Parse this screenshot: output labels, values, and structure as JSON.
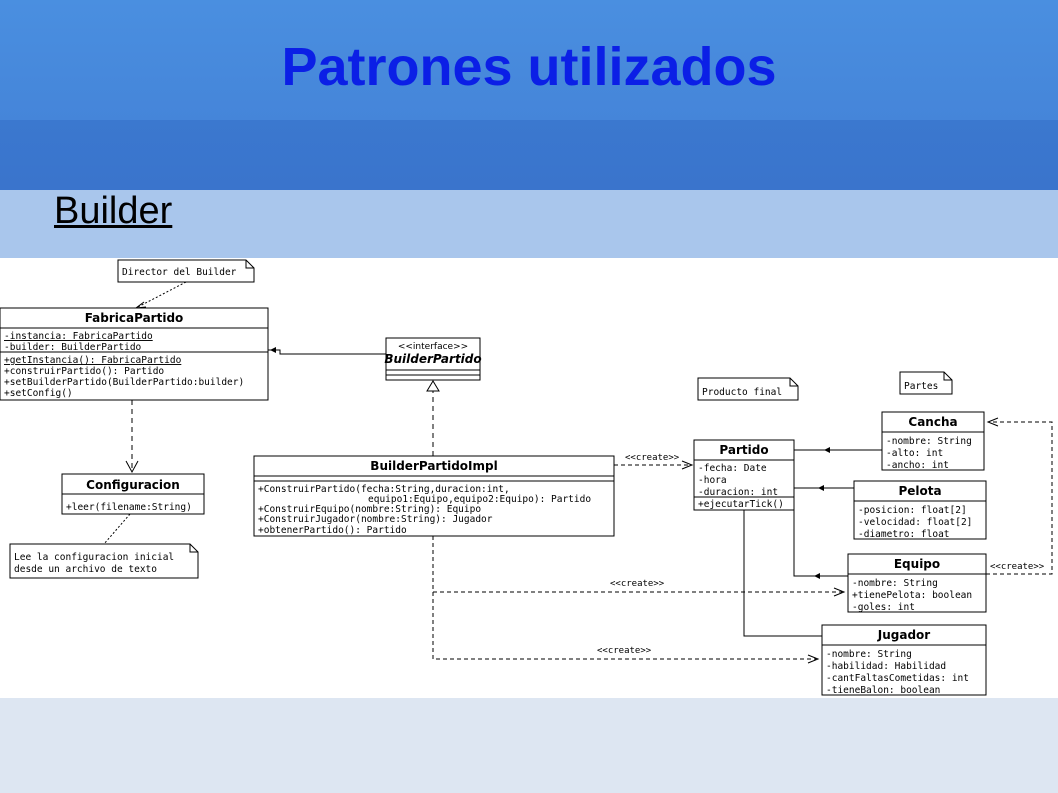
{
  "slide": {
    "title": "Patrones utilizados",
    "subtitle": "Builder"
  },
  "colors": {
    "title": "#0b1fe6",
    "band_top": "#4a8fe0",
    "band_mid": "#3b78cf",
    "band_sub": "#a9c6ec",
    "background": "#dde6f2"
  },
  "diagram": {
    "classes": {
      "fabrica": {
        "name": "FabricaPartido",
        "attributes": [
          "-instancia: FabricaPartido",
          "-builder: BuilderPartido"
        ],
        "methods": [
          "+getInstancia(): FabricaPartido",
          "+construirPartido(): Partido",
          "+setBuilderPartido(BuilderPartido:builder)",
          "+setConfig()"
        ]
      },
      "builder_iface": {
        "stereotype": "<<interface>>",
        "name": "BuilderPartido"
      },
      "configuracion": {
        "name": "Configuracion",
        "methods": [
          "+leer(filename:String)"
        ]
      },
      "builder_impl": {
        "name": "BuilderPartidoImpl",
        "methods": [
          "+ConstruirPartido(fecha:String,duracion:int,",
          "equipo1:Equipo,equipo2:Equipo): Partido",
          "+ConstruirEquipo(nombre:String): Equipo",
          "+ConstruirJugador(nombre:String): Jugador",
          "+obtenerPartido(): Partido"
        ]
      },
      "partido": {
        "name": "Partido",
        "attributes": [
          "-fecha: Date",
          "-hora",
          "-duracion: int"
        ],
        "methods": [
          "+ejecutarTick()"
        ]
      },
      "cancha": {
        "name": "Cancha",
        "attributes": [
          "-nombre: String",
          "-alto: int",
          "-ancho: int"
        ]
      },
      "pelota": {
        "name": "Pelota",
        "attributes": [
          "-posicion: float[2]",
          "-velocidad: float[2]",
          "-diametro: float"
        ]
      },
      "equipo": {
        "name": "Equipo",
        "attributes": [
          "-nombre: String",
          "+tienePelota: boolean",
          "-goles: int"
        ]
      },
      "jugador": {
        "name": "Jugador",
        "attributes": [
          "-nombre: String",
          "-habilidad: Habilidad",
          "-cantFaltasCometidas: int",
          "-tieneBalon: boolean"
        ]
      }
    },
    "notes": {
      "director": "Director del Builder",
      "producto": "Producto final",
      "partes": "Partes",
      "config": [
        "Lee la configuracion inicial",
        "desde un archivo de texto"
      ]
    },
    "relation_labels": {
      "create_partido": "<<create>>",
      "create_equipo": "<<create>>",
      "create_jugador": "<<create>>",
      "create_cancha": "<<create>>"
    }
  }
}
